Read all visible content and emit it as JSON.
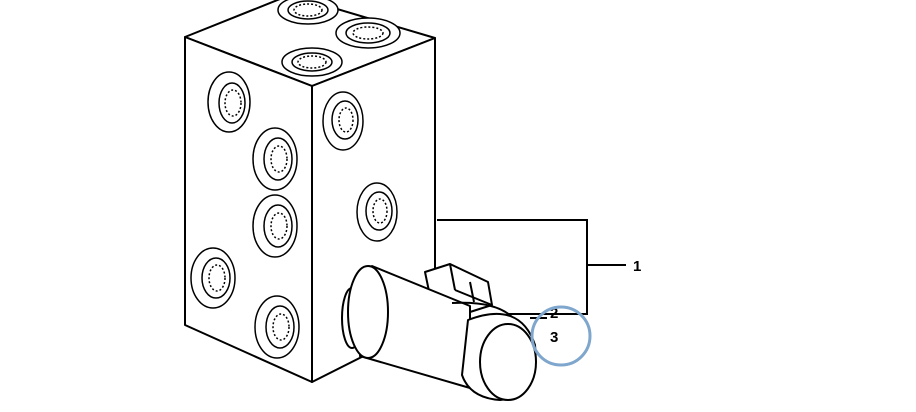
{
  "callouts": {
    "label_1": "1",
    "label_2": "2",
    "label_3": "3"
  },
  "highlight": {
    "color": "#7fa6cc",
    "target": "3"
  },
  "colors": {
    "line": "#000000",
    "background": "#ffffff"
  }
}
